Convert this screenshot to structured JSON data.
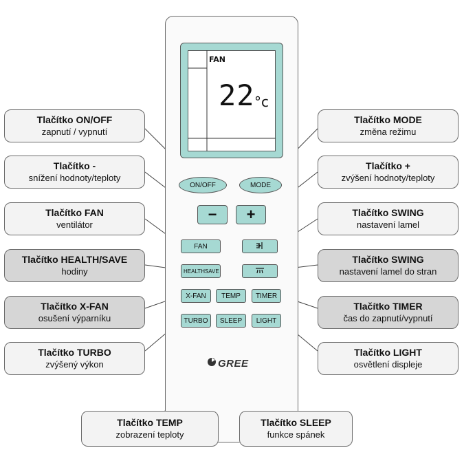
{
  "display": {
    "mode": "FAN",
    "temperature": "22",
    "unit": "°c"
  },
  "buttons": {
    "onoff": "ON/OFF",
    "mode": "MODE",
    "minus": "−",
    "plus": "+",
    "fan": "FAN",
    "health": "HEALTH",
    "save": "SAVE",
    "xfan": "X-FAN",
    "temp": "TEMP",
    "timer": "TIMER",
    "turbo": "TURBO",
    "sleep": "SLEEP",
    "light": "LIGHT"
  },
  "logo": "GREE",
  "labels": {
    "onoff": {
      "title": "Tlačítko ON/OFF",
      "sub": "zapnutí / vypnutí"
    },
    "minus": {
      "title": "Tlačítko -",
      "sub": "snížení hodnoty/teploty"
    },
    "fan": {
      "title": "Tlačítko FAN",
      "sub": "ventilátor"
    },
    "health": {
      "title": "Tlačítko HEALTH/SAVE",
      "sub": "hodiny"
    },
    "xfan": {
      "title": "Tlačítko X-FAN",
      "sub": "osušení výparníku"
    },
    "turbo": {
      "title": "Tlačítko TURBO",
      "sub": "zvýšený výkon"
    },
    "mode": {
      "title": "Tlačítko MODE",
      "sub": "změna režimu"
    },
    "plus": {
      "title": "Tlačítko +",
      "sub": "zvýšení hodnoty/teploty"
    },
    "swing1": {
      "title": "Tlačítko SWING",
      "sub": "nastavení lamel"
    },
    "swing2": {
      "title": "Tlačítko SWING",
      "sub": "nastavení lamel do stran"
    },
    "timer": {
      "title": "Tlačítko TIMER",
      "sub": "čas do zapnutí/vypnutí"
    },
    "light": {
      "title": "Tlačítko LIGHT",
      "sub": "osvětlení displeje"
    },
    "temp": {
      "title": "Tlačítko TEMP",
      "sub": "zobrazení teploty"
    },
    "sleep": {
      "title": "Tlačítko SLEEP",
      "sub": "funkce spánek"
    }
  }
}
